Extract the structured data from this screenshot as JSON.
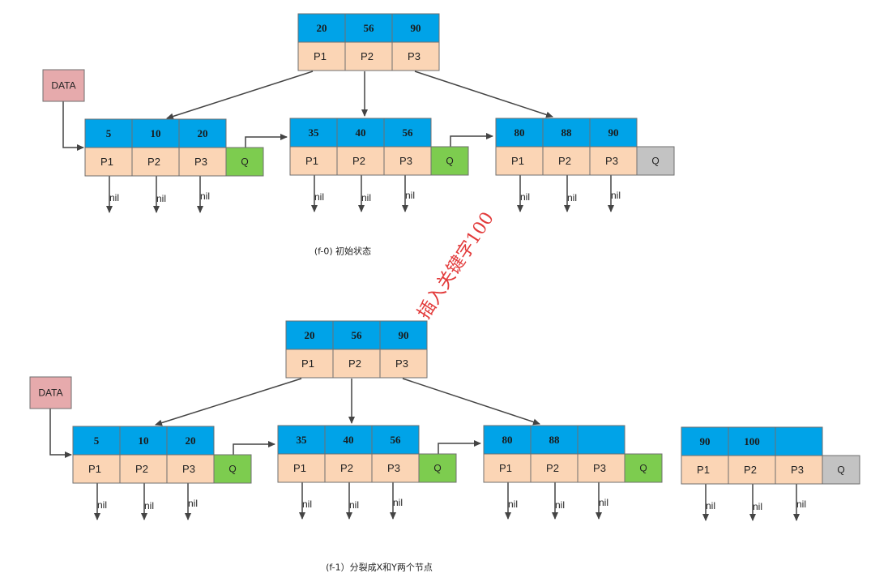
{
  "colors": {
    "key_cell": "#00a3e8",
    "pointer_cell": "#fbd5b5",
    "q_active": "#7dcc4f",
    "q_inactive": "#c3c3c3",
    "data_box": "#e6aaac",
    "annotation": "#e23a3a"
  },
  "labels": {
    "data": "DATA",
    "q": "Q",
    "nil": "nil",
    "pointers": [
      "P1",
      "P2",
      "P3"
    ]
  },
  "annotation": "插入关键字100",
  "diagrams": [
    {
      "caption": "(f-0) 初始状态",
      "root": {
        "keys": [
          "20",
          "56",
          "90"
        ]
      },
      "leaves": [
        {
          "keys": [
            "5",
            "10",
            "20"
          ],
          "q_state": "active"
        },
        {
          "keys": [
            "35",
            "40",
            "56"
          ],
          "q_state": "active"
        },
        {
          "keys": [
            "80",
            "88",
            "90"
          ],
          "q_state": "inactive"
        }
      ]
    },
    {
      "caption": "(f-1）分裂成X和Y两个节点",
      "root": {
        "keys": [
          "20",
          "56",
          "90"
        ]
      },
      "leaves": [
        {
          "keys": [
            "5",
            "10",
            "20"
          ],
          "q_state": "active"
        },
        {
          "keys": [
            "35",
            "40",
            "56"
          ],
          "q_state": "active"
        },
        {
          "keys": [
            "80",
            "88",
            ""
          ],
          "q_state": "active"
        },
        {
          "keys": [
            "90",
            "100",
            ""
          ],
          "q_state": "inactive"
        }
      ]
    }
  ]
}
